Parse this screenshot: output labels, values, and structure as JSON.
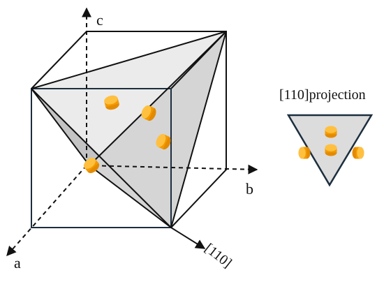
{
  "labels": {
    "axis_c": "c",
    "axis_b": "b",
    "axis_a": "a",
    "direction": "[110]",
    "projection_title": "[110]projection"
  },
  "colors": {
    "face_light": "#e9e9e9",
    "face_mid": "#d6d6d6",
    "face_dark": "#bfbfbf",
    "edge_black": "#111111",
    "edge_navy": "#1c2e3e",
    "atom_light": "#ffb21a",
    "atom_dark": "#e48a00"
  }
}
